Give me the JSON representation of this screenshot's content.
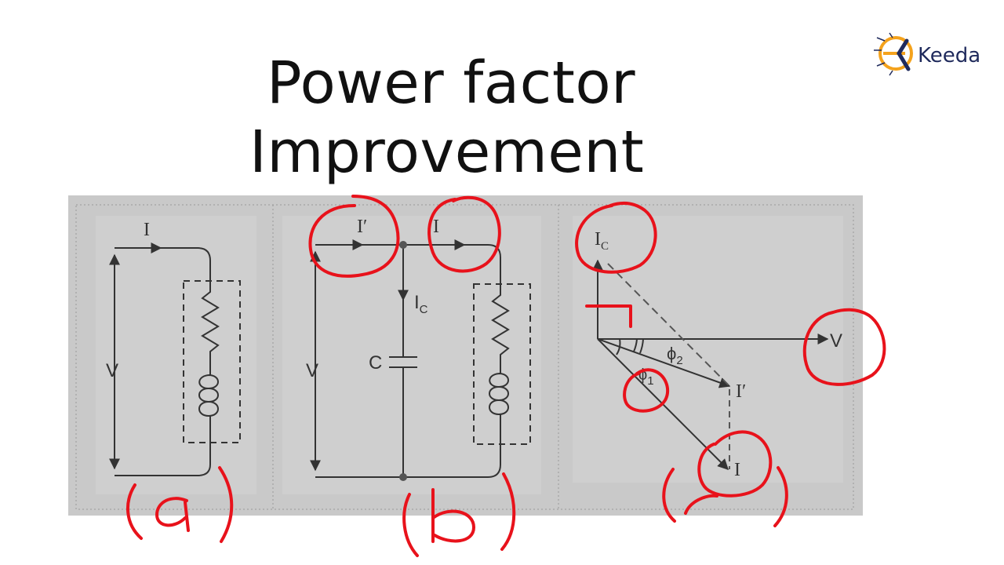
{
  "title": {
    "line1": "Power factor",
    "line2": "Improvement"
  },
  "logo": {
    "text": "Keeda",
    "accent_color": "#f4a21c",
    "text_color": "#1f2a5c"
  },
  "diagram": {
    "a": {
      "current_label": "I",
      "voltage_label": "V",
      "handwritten_label": "(a)"
    },
    "b": {
      "total_current_label": "I′",
      "load_current_label": "I",
      "cap_current_label": "I",
      "cap_current_sub": "C",
      "cap_label": "C",
      "voltage_label": "V",
      "handwritten_label": "(b)"
    },
    "c": {
      "ic_label": "I",
      "ic_sub": "C",
      "v_label": "V",
      "phi2_label": "ϕ",
      "phi2_sub": "2",
      "phi1_label": "ϕ",
      "phi1_sub": "1",
      "i_prime_label": "I′",
      "i_label": "I",
      "handwritten_label": "(c)"
    },
    "annotation_color": "#e8121b",
    "line_color": "#333333",
    "panel_color": "#c9c9c9"
  }
}
